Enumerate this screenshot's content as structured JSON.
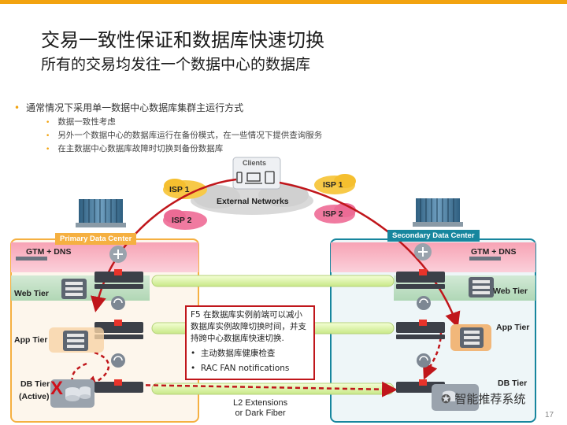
{
  "title": "交易一致性保证和数据库快速切换",
  "subtitle": "所有的交易均发往一个数据中心的数据库",
  "bullets": {
    "main": "通常情况下采用单一数据中心数据库集群主运行方式",
    "sub": [
      "数据一致性考虑",
      "另外一个数据中心的数据库运行在备份模式，在一些情况下提供查询服务",
      "在主数据中心数据库故障时切换到备份数据库"
    ]
  },
  "diagram": {
    "clients": "Clients",
    "isp1_left": "ISP 1",
    "isp2_left": "ISP 2",
    "isp1_right": "ISP 1",
    "isp2_right": "ISP 2",
    "external": "External Networks",
    "primary_dc": "Primary Data Center",
    "secondary_dc": "Secondary Data Center",
    "gtm_left": "GTM + DNS",
    "gtm_right": "GTM + DNS",
    "web_left": "Web Tier",
    "web_right": "Web Tier",
    "app_left": "App Tier",
    "app_right": "App Tier",
    "db_left": "DB Tier",
    "db_left_active": "(Active)",
    "db_right": "DB Tier",
    "fail_mark": "X",
    "l2_line1": "L2 Extensions",
    "l2_line2": "or Dark Fiber"
  },
  "callout": {
    "text": "F5 在数据库实例前端可以减小数据库实例故障切换时间，并支持跨中心数据库快速切换.",
    "items": [
      "主动数据库健康检查",
      "RAC FAN notifications"
    ]
  },
  "watermark": "智能推荐系统",
  "page_number": "17",
  "colors": {
    "accent": "#f2a30f",
    "primary_dc": "#f5b041",
    "secondary_dc": "#17869e",
    "arrow": "#c0161b"
  }
}
